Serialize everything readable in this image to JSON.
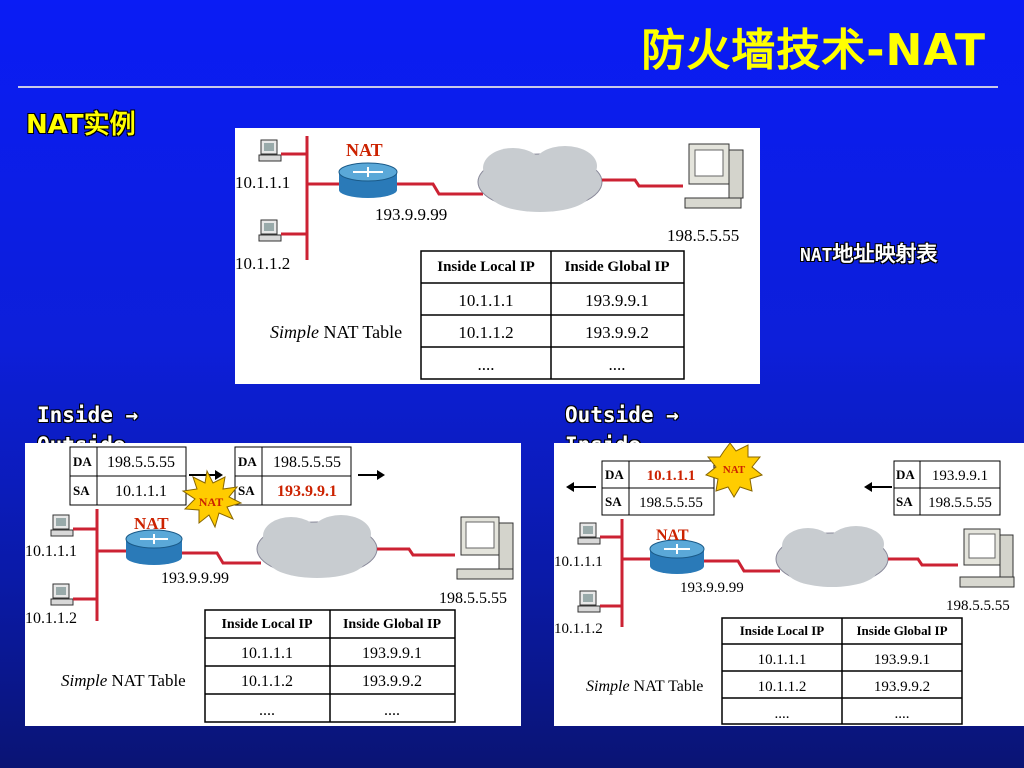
{
  "slide": {
    "title": "防火墙技术-NAT",
    "subtitle": "NAT实例",
    "map_label_prefix": "NAT",
    "map_label_suffix": "地址映射表",
    "inside_to_outside": "Inside  → Outside",
    "outside_to_inside": "Outside → Inside"
  },
  "diagram": {
    "nat_label": "NAT",
    "router_ip": "193.9.9.99",
    "host1_ip": "10.1.1.1",
    "host2_ip": "10.1.1.2",
    "server_ip": "198.5.5.55",
    "table": {
      "caption_italic": "Simple",
      "caption_rest": " NAT Table",
      "headers": [
        "Inside Local IP",
        "Inside Global IP"
      ],
      "rows": [
        [
          "10.1.1.1",
          "193.9.9.1"
        ],
        [
          "10.1.1.2",
          "193.9.9.2"
        ],
        [
          "....",
          "...."
        ]
      ]
    }
  },
  "packets": {
    "da": "DA",
    "sa": "SA",
    "star_label": "NAT",
    "out_before": {
      "da": "198.5.5.55",
      "sa": "10.1.1.1"
    },
    "out_after": {
      "da": "198.5.5.55",
      "sa": "193.9.9.1"
    },
    "in_before": {
      "da": "193.9.9.1",
      "sa": "198.5.5.55"
    },
    "in_after": {
      "da": "10.1.1.1",
      "sa": "198.5.5.55"
    }
  },
  "colors": {
    "title": "#ffff00",
    "highlight_red": "#cc2200",
    "link_red": "#cc2233",
    "star_fill": "#ffcc00"
  }
}
